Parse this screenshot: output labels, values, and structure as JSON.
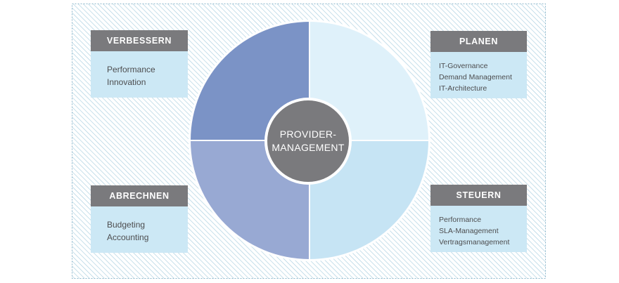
{
  "center": {
    "line1": "PROVIDER-",
    "line2": "MANAGEMENT"
  },
  "panels": {
    "verbessern": {
      "title": "VERBESSERN",
      "items": [
        "Performance",
        "Innovation"
      ]
    },
    "planen": {
      "title": "PLANEN",
      "items": [
        "IT-Governance",
        "Demand Management",
        "IT-Architecture"
      ]
    },
    "abrechnen": {
      "title": "ABRECHNEN",
      "items": [
        "Budgeting",
        "Accounting"
      ]
    },
    "steuern": {
      "title": "STEUERN",
      "items": [
        "Performance",
        "SLA-Management",
        "Vertragsmanagement"
      ]
    }
  },
  "colors": {
    "header_gray": "#7a7a7d",
    "panel_light_blue": "#cce8f5",
    "quadrant_top_left": "#7b93c6",
    "quadrant_bottom_left": "#98a9d3",
    "quadrant_top_right": "#dff1fa",
    "quadrant_bottom_right": "#c6e4f4",
    "center_gray": "#7a7a7d"
  }
}
